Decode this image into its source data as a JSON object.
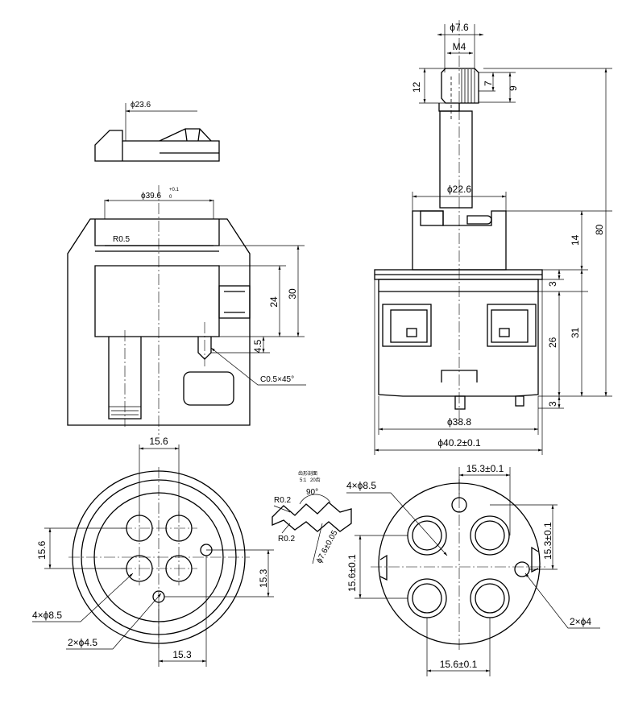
{
  "drawing": {
    "top_view_dims": {
      "stem_dia": "ϕ7.6",
      "thread": "M4",
      "stem_h": "12",
      "spline_7": "7",
      "spline_9": "9"
    },
    "body_dims": {
      "d22": "ϕ22.6",
      "d388": "ϕ38.8",
      "d402": "ϕ40.2±0.1",
      "h14": "14",
      "h80": "80",
      "h3a": "3",
      "h31": "31",
      "h26": "26",
      "h3b": "3"
    },
    "section_dims": {
      "d236": "ϕ23.6",
      "d396": "ϕ39.6",
      "d396_tol_upper": "+0.1",
      "d396_tol_lower": "0",
      "r05": "R0.5",
      "h30": "30",
      "h24": "24",
      "h45": "4.5",
      "chamfer": "C0.5×45°"
    },
    "bottom_left": {
      "top_dim": "15.6",
      "left_dim": "15.6",
      "right_dim": "15.3",
      "bottom_dim": "15.3",
      "holes_large": "4×ϕ8.5",
      "holes_small": "2×ϕ4.5"
    },
    "detail": {
      "title": "齿形剖面",
      "scale": "5:1",
      "teeth": "20齿",
      "angle": "90°",
      "r1": "R0.2",
      "r2": "R0.2",
      "dia": "ϕ7.6±0.05"
    },
    "bottom_right": {
      "top_dim": "15.3±0.1",
      "right_dim": "15.3±0.1",
      "left_dim": "15.6±0.1",
      "bottom_dim": "15.6±0.1",
      "holes_large": "4×ϕ8.5",
      "holes_small": "2×ϕ4"
    }
  }
}
